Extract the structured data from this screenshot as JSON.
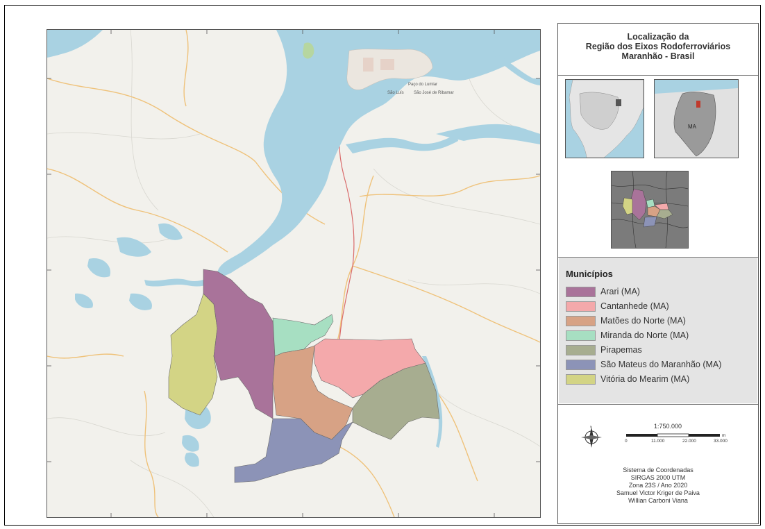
{
  "title": {
    "line1": "Localização da",
    "line2": "Região dos Eixos Rodoferroviários",
    "line3": "Maranhão - Brasil"
  },
  "inset_maps": {
    "state_label": "MA"
  },
  "legend": {
    "title": "Municípios",
    "items": [
      {
        "label": "Arari (MA)",
        "color": "#a9739a"
      },
      {
        "label": "Cantanhede (MA)",
        "color": "#f4a9ab"
      },
      {
        "label": "Matões do Norte (MA)",
        "color": "#d7a285"
      },
      {
        "label": "Miranda do Norte (MA)",
        "color": "#a7dfc2"
      },
      {
        "label": "Pirapemas",
        "color": "#a7ad90"
      },
      {
        "label": "São Mateus do Maranhão (MA)",
        "color": "#8c93b7"
      },
      {
        "label": "Vitória do Mearim (MA)",
        "color": "#d3d485"
      }
    ]
  },
  "scale": {
    "ratio": "1:750.000",
    "ticks": [
      "0",
      "11.000",
      "22.000",
      "33.000"
    ],
    "unit": "m"
  },
  "credits": {
    "lines": [
      "Sistema de Coordenadas",
      "SIRGAS 2000 UTM",
      "Zona 23S / Ano 2020",
      "Samuel Victor Kriger de Paiva",
      "Willian Carboni Viana"
    ]
  },
  "colors": {
    "water": "#a9d2e2",
    "land": "#f2f1ec",
    "roads": "#efc27a"
  },
  "map_labels": {
    "city_1": "Paço do Lumiar",
    "city_2": "São Luís",
    "city_3": "São José de Ribamar"
  }
}
